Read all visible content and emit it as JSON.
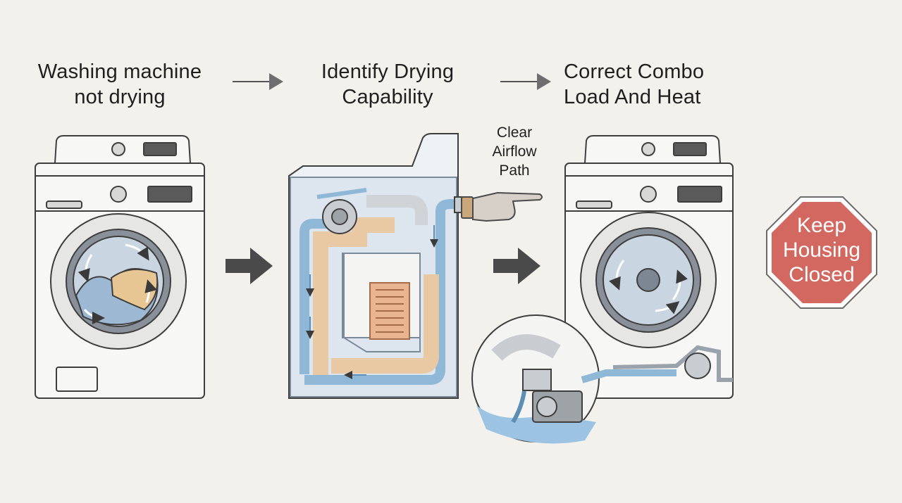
{
  "steps": [
    {
      "title": "Washing machine\nnot drying"
    },
    {
      "title": "Identify Drying\nCapability"
    },
    {
      "title": "Correct Combo\nLoad And Heat"
    }
  ],
  "callout": {
    "text": "Clear\nAirflow\nPath"
  },
  "stop_sign": {
    "text": "Keep\nHousing\nClosed",
    "color": "#d2685f"
  },
  "icons": [
    "right-arrow-icon",
    "front-load-washer-icon",
    "top-load-dryer-cutaway-icon",
    "pointing-glove-icon",
    "drain-pump-icon",
    "stop-sign-icon"
  ],
  "colors": {
    "background": "#f2f1ec",
    "airflow": "#8fb8d6",
    "heat_duct": "#e8c9a4",
    "water": "#9cc4e2"
  }
}
